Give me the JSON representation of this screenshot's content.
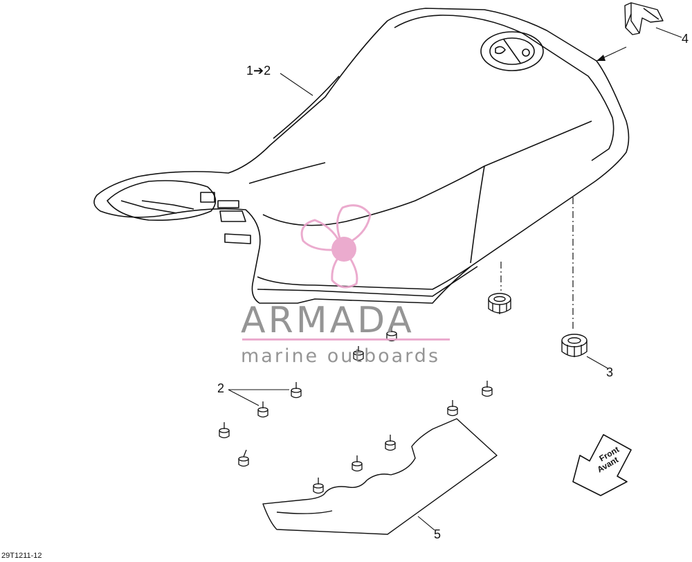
{
  "callouts": {
    "seat_assembly": "1➔2",
    "latch": "4",
    "grommet": "3",
    "bumper": "2",
    "seat_pan": "5"
  },
  "front_arrow": {
    "line1": "Front",
    "line2": "Avant"
  },
  "watermark": {
    "title": "ARMADA",
    "subtitle": "marine outboards",
    "accent_color": "#e9a3c9"
  },
  "drawing_code": "29T1211-12"
}
